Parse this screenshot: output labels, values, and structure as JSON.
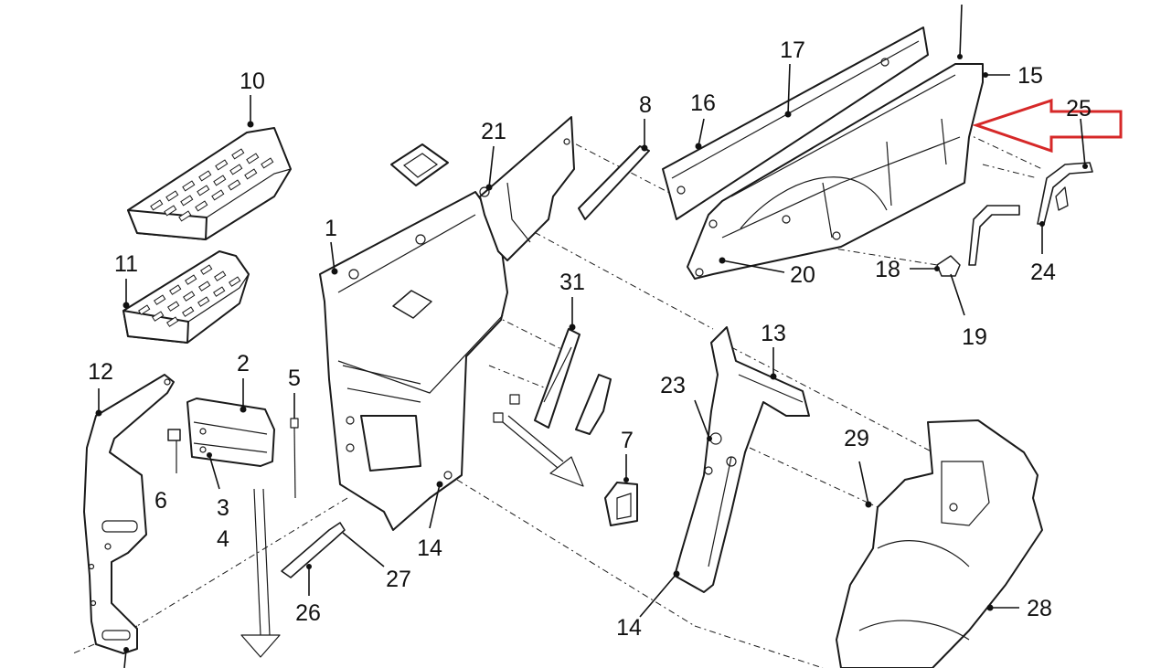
{
  "callouts": [
    "10",
    "11",
    "12",
    "2",
    "5",
    "6",
    "3",
    "4",
    "1",
    "21",
    "8",
    "16",
    "17",
    "15",
    "25",
    "24",
    "18",
    "19",
    "20",
    "31",
    "13",
    "23",
    "7",
    "29",
    "14",
    "14",
    "26",
    "27",
    "28"
  ],
  "colors": {
    "line": "#1a1a1a",
    "highlight_arrow": "#d62828",
    "background": "#ffffff"
  },
  "highlight_arrow": {
    "points_to": "15"
  }
}
